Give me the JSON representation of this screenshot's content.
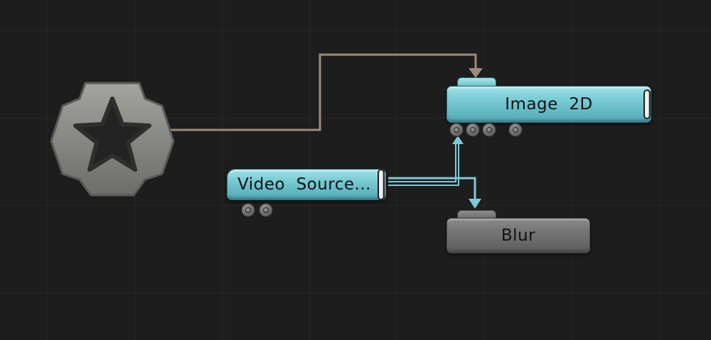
{
  "graph": {
    "nodes": {
      "image2d": {
        "label": "Image  2D",
        "color": "#6cc3cd",
        "ports": 4
      },
      "video_source": {
        "label": "Video  Source...",
        "color": "#6cc3cd",
        "ports": 2
      },
      "blur": {
        "label": "Blur",
        "color": "#6e6e6e"
      }
    },
    "root_node": {
      "icon": "star-hexagon-icon"
    },
    "wire_colors": {
      "root": "#9d8a78",
      "video": "#7fc9d6"
    }
  }
}
